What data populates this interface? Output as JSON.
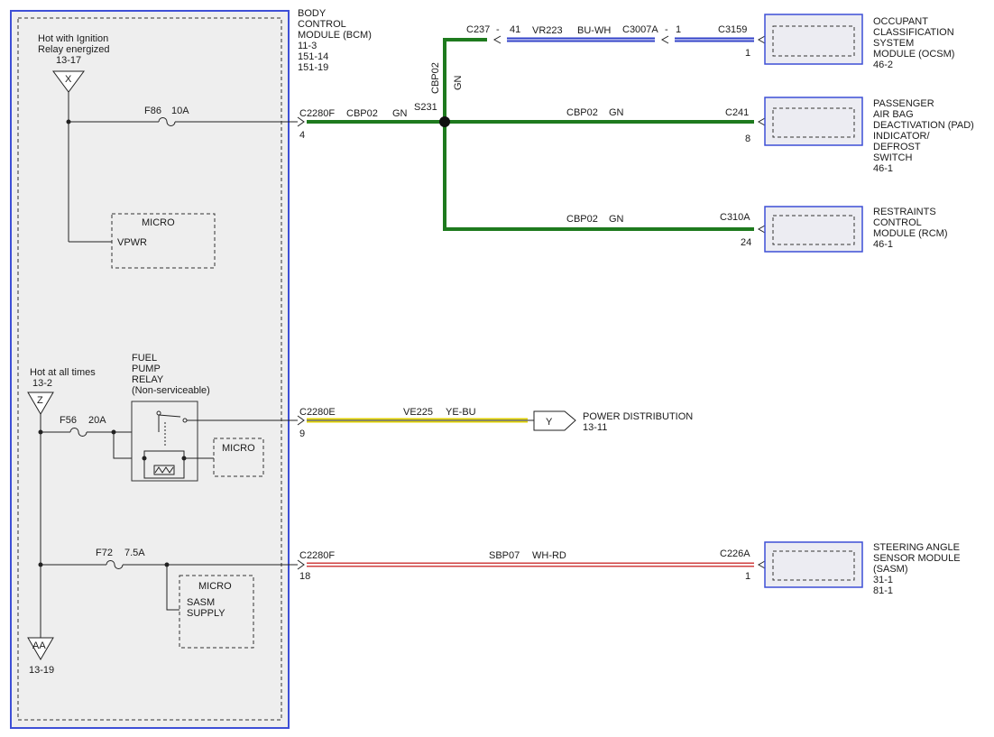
{
  "colors": {
    "bcm_border": "#3d4fd6",
    "bcm_fill": "#eeeeee",
    "module_fill": "#ececf2",
    "wire_gn": "#1e7a1e",
    "wire_bu_wh_blue": "#3040c8",
    "wire_ye": "#e0d000",
    "wire_rd": "#d04040"
  },
  "bcm": {
    "title_lines": [
      "BODY",
      "CONTROL",
      "MODULE (BCM)",
      "11-3",
      "151-14",
      "151-19"
    ]
  },
  "power_sources": {
    "ignition": {
      "lines": [
        "Hot with Ignition",
        "Relay energized"
      ],
      "ref": "13-17",
      "letter": "X"
    },
    "at_all_times": {
      "lines": [
        "Hot at all times"
      ],
      "ref": "13-2",
      "letter": "Z"
    },
    "bottom": {
      "letter": "AA",
      "ref": "13-19"
    }
  },
  "fuses": {
    "f86": {
      "name": "F86",
      "rating": "10A"
    },
    "f56": {
      "name": "F56",
      "rating": "20A"
    },
    "f72": {
      "name": "F72",
      "rating": "7.5A"
    }
  },
  "micro_boxes": {
    "vpwr": {
      "title": "MICRO",
      "label": "VPWR"
    },
    "relay": {
      "title": "MICRO"
    },
    "sasm": {
      "title": "MICRO",
      "lines": [
        "SASM",
        "SUPPLY"
      ]
    }
  },
  "relay": {
    "lines": [
      "FUEL",
      "PUMP",
      "RELAY",
      "(Non-serviceable)"
    ]
  },
  "bcm_connectors": {
    "c1": {
      "name": "C2280F",
      "pin": "4"
    },
    "c2": {
      "name": "C2280E",
      "pin": "9"
    },
    "c3": {
      "name": "C2280F",
      "pin": "18"
    }
  },
  "circuits": {
    "cbp02_left": {
      "name": "CBP02",
      "color": "GN"
    },
    "splice": "S231",
    "vertical": {
      "name": "CBP02",
      "color": "GN"
    },
    "vr223": {
      "from": "C237",
      "from_pin": "41",
      "name": "VR223",
      "color": "BU-WH",
      "inline": "C3007A",
      "inline_pin": "1"
    },
    "cbp02_pad": {
      "name": "CBP02",
      "color": "GN"
    },
    "cbp02_rcm": {
      "name": "CBP02",
      "color": "GN"
    },
    "ve225": {
      "name": "VE225",
      "color": "YE-BU"
    },
    "sbp07": {
      "name": "SBP07",
      "color": "WH-RD"
    }
  },
  "modules": {
    "ocsm": {
      "connector": "C3159",
      "pin": "1",
      "lines": [
        "OCCUPANT",
        "CLASSIFICATION",
        "SYSTEM",
        "MODULE (OCSM)",
        "46-2"
      ]
    },
    "pad": {
      "connector": "C241",
      "pin": "8",
      "lines": [
        "PASSENGER",
        "AIR BAG",
        "DEACTIVATION (PAD)",
        "INDICATOR/",
        "DEFROST",
        "SWITCH",
        "46-1"
      ]
    },
    "rcm": {
      "connector": "C310A",
      "pin": "24",
      "lines": [
        "RESTRAINTS",
        "CONTROL",
        "MODULE (RCM)",
        "46-1"
      ]
    },
    "sasm": {
      "connector": "C226A",
      "pin": "1",
      "lines": [
        "STEERING ANGLE",
        "SENSOR MODULE",
        "(SASM)",
        "31-1",
        "81-1"
      ]
    }
  },
  "power_distribution": {
    "letter": "Y",
    "lines": [
      "POWER DISTRIBUTION",
      "13-11"
    ]
  }
}
